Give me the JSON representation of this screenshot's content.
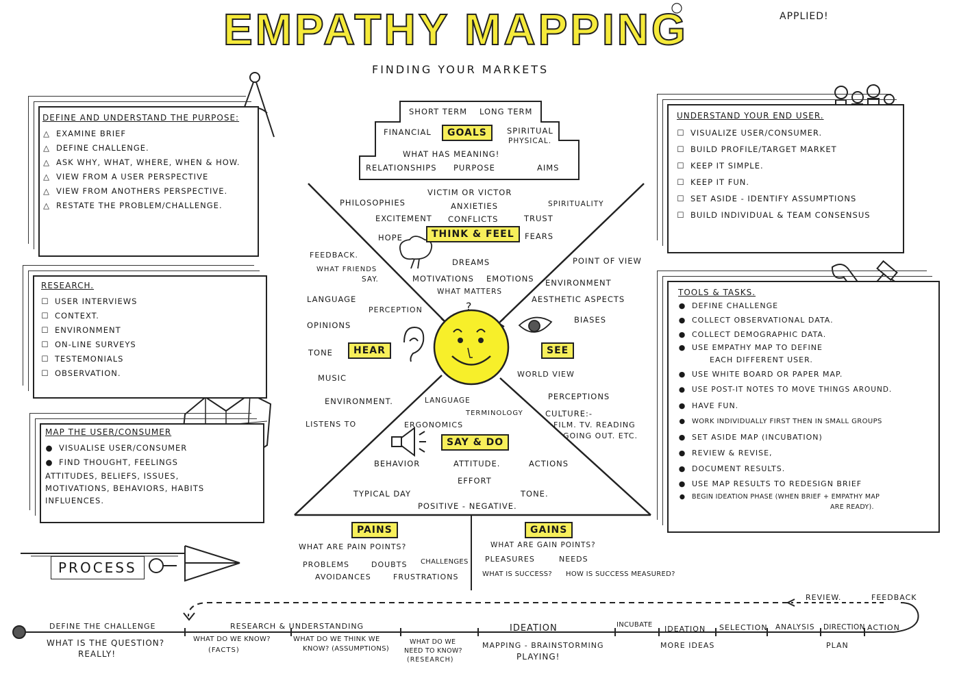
{
  "header": {
    "title": "EMPATHY MAPPING",
    "subtitle": "FINDING YOUR MARKETS",
    "applied": "APPLIED!"
  },
  "purpose": {
    "heading": "DEFINE AND UNDERSTAND THE PURPOSE:",
    "items": [
      "EXAMINE BRIEF",
      "DEFINE CHALLENGE.",
      "ASK WHY, WHAT, WHERE, WHEN & HOW.",
      "VIEW FROM A USER PERSPECTIVE",
      "VIEW FROM ANOTHERS PERSPECTIVE.",
      "RESTATE THE PROBLEM/CHALLENGE."
    ]
  },
  "research": {
    "heading": "RESEARCH.",
    "items": [
      "USER INTERVIEWS",
      "CONTEXT.",
      "ENVIRONMENT",
      "ON-LINE SURVEYS",
      "TESTEMONIALS",
      "OBSERVATION."
    ]
  },
  "map_user": {
    "heading": "MAP THE USER/CONSUMER",
    "items": [
      "VISUALISE USER/CONSUMER",
      "FIND THOUGHT, FEELINGS"
    ],
    "extra": [
      "ATTITUDES, BELIEFS, ISSUES,",
      "MOTIVATIONS, BEHAVIORS, HABITS",
      "INFLUENCES."
    ]
  },
  "end_user": {
    "heading": "UNDERSTAND YOUR END USER.",
    "items": [
      "VISUALIZE USER/CONSUMER.",
      "BUILD PROFILE/TARGET MARKET",
      "KEEP IT SIMPLE.",
      "KEEP IT FUN.",
      "SET ASIDE - IDENTIFY ASSUMPTIONS",
      "BUILD INDIVIDUAL & TEAM CONSENSUS"
    ]
  },
  "tools": {
    "heading": "TOOLS & TASKS.",
    "items": [
      "DEFINE CHALLENGE",
      "COLLECT OBSERVATIONAL DATA.",
      "COLLECT DEMOGRAPHIC DATA.",
      "USE EMPATHY MAP TO DEFINE",
      "EACH DIFFERENT USER.",
      "USE WHITE BOARD OR PAPER MAP.",
      "USE POST-IT NOTES TO MOVE THINGS AROUND.",
      "HAVE FUN.",
      "WORK INDIVIDUALLY FIRST THEN IN SMALL GROUPS",
      "SET ASIDE MAP (INCUBATION)",
      "REVIEW & REVISE,",
      "DOCUMENT RESULTS.",
      "USE MAP RESULTS TO REDESIGN BRIEF",
      "BEGIN IDEATION PHASE (WHEN BRIEF + EMPATHY MAP",
      "ARE READY)."
    ]
  },
  "goals": {
    "tag": "GOALS",
    "short_term": "SHORT TERM",
    "long_term": "LONG TERM",
    "financial": "FINANCIAL",
    "spiritual": "SPIRITUAL",
    "physical": "PHYSICAL.",
    "meaning": "WHAT HAS MEANING!",
    "relationships": "RELATIONSHIPS",
    "purpose": "PURPOSE",
    "aims": "AIMS"
  },
  "think_feel": {
    "tag": "THINK & FEEL",
    "words": [
      "VICTIM OR VICTOR",
      "PHILOSOPHIES",
      "ANXIETIES",
      "SPIRITUALITY",
      "EXCITEMENT",
      "CONFLICTS",
      "TRUST",
      "HOPE",
      "FEARS",
      "DREAMS",
      "MOTIVATIONS",
      "EMOTIONS",
      "WHAT MATTERS"
    ]
  },
  "hear": {
    "tag": "HEAR",
    "words": [
      "FEEDBACK.",
      "WHAT FRIENDS",
      "SAY.",
      "LANGUAGE",
      "PERCEPTION",
      "OPINIONS",
      "TONE",
      "MUSIC",
      "ENVIRONMENT.",
      "LISTENS TO"
    ]
  },
  "see": {
    "tag": "SEE",
    "words": [
      "POINT OF VIEW",
      "ENVIRONMENT",
      "AESTHETIC ASPECTS",
      "BIASES",
      "WORLD VIEW",
      "PERCEPTIONS",
      "CULTURE:-",
      "FILM. TV. READING",
      "GOING OUT. etc."
    ]
  },
  "say_do": {
    "tag": "SAY & DO",
    "words": [
      "LANGUAGE",
      "TERMINOLOGY",
      "ERGONOMICS",
      "BEHAVIOR",
      "ATTITUDE.",
      "ACTIONS",
      "EFFORT",
      "TYPICAL DAY",
      "TONE.",
      "POSITIVE - NEGATIVE."
    ]
  },
  "question_mark": "?",
  "pains": {
    "tag": "PAINS",
    "words": [
      "WHAT ARE PAIN POINTS?",
      "PROBLEMS",
      "DOUBTS",
      "CHALLENGES",
      "AVOIDANCES",
      "FRUSTRATIONS"
    ]
  },
  "gains": {
    "tag": "GAINS",
    "words": [
      "WHAT ARE GAIN POINTS?",
      "PLEASURES",
      "NEEDS",
      "WHAT IS SUCCESS?",
      "HOW IS SUCCESS MEASURED?"
    ]
  },
  "process": {
    "label": "PROCESS",
    "review": "REVIEW.",
    "feedback": "FEEDBACK",
    "steps": {
      "define": "DEFINE THE CHALLENGE",
      "question": "WHAT IS THE QUESTION?",
      "really": "REALLY!",
      "research": "RESEARCH & UNDERSTANDING",
      "know1": "WHAT DO WE KNOW?",
      "facts": "(FACTS)",
      "know2a": "WHAT DO WE THINK WE",
      "know2b": "KNOW? (ASSUMPTIONS)",
      "need1": "WHAT DO WE",
      "need2": "NEED TO KNOW?",
      "need3": "(RESEARCH)",
      "ideation": "IDEATION",
      "mapping": "MAPPING - BRAINSTORMING",
      "playing": "PLAYING!",
      "incubate": "INCUBATE",
      "ideation2": "IDEATION",
      "more_ideas": "MORE IDEAS",
      "selection": "SELECTION",
      "analysis": "ANALYSIS",
      "direction": "DIRECTION",
      "plan": "PLAN",
      "action": "ACTION"
    }
  },
  "colors": {
    "highlight": "#f7ef5a",
    "face": "#f7ef2a",
    "ink": "#1a1a1a"
  }
}
